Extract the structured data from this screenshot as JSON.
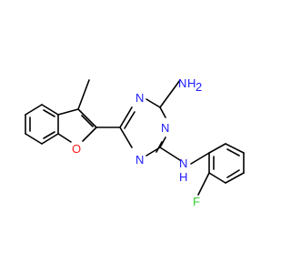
{
  "molecule": {
    "atoms": {
      "n_top": {
        "text": "N",
        "color": "#1a1aff"
      },
      "n_right": {
        "text": "N",
        "color": "#1a1aff"
      },
      "n_bottom": {
        "text": "N",
        "color": "#1a1aff"
      },
      "o_furan": {
        "text": "O",
        "color": "#ff1a1a"
      },
      "nh2_n": {
        "text": "N",
        "color": "#1a1aff"
      },
      "nh2_h": {
        "text": "H",
        "color": "#1a1aff"
      },
      "nh2_sub": {
        "text": "2",
        "color": "#1a1aff"
      },
      "nh_n": {
        "text": "N",
        "color": "#1a1aff"
      },
      "nh_h": {
        "text": "H",
        "color": "#1a1aff"
      },
      "fluorine": {
        "text": "F",
        "color": "#33cc33"
      }
    }
  }
}
